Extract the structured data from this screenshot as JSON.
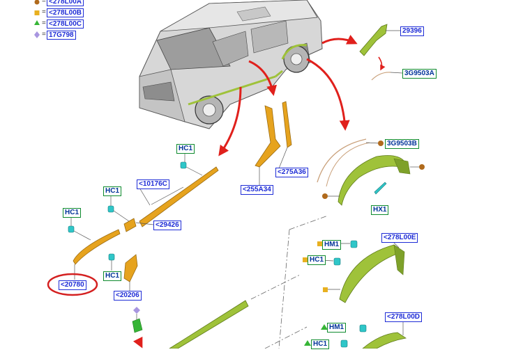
{
  "legend": [
    {
      "symbol": "circle",
      "color": "#b06a1c",
      "code": "<278L00A"
    },
    {
      "symbol": "square",
      "color": "#e8b020",
      "code": "<278L00B"
    },
    {
      "symbol": "triangle",
      "color": "#36b536",
      "code": "<278L00C"
    },
    {
      "symbol": "diamond",
      "color": "#a896e0",
      "code": "17G798"
    }
  ],
  "labels": {
    "l29396": "29396",
    "l3g9503a": "3G9503A",
    "lhc1a": "HC1",
    "lhc1b": "HC1",
    "lhc1c": "HC1",
    "lhc1d": "HC1",
    "l10176c": "<10176C",
    "l29426": "<29426",
    "l20780": "<20780",
    "l20206": "<20206",
    "l255a34": "<255A34",
    "l275a36": "<275A36",
    "l3g9503b": "3G9503B",
    "lhx1": "HX1",
    "l278l00e": "<278L00E",
    "lhm1a": "HM1",
    "lhc1e": "HC1",
    "l278l00d": "<278L00D",
    "lhm1b": "HM1",
    "lhc1f": "HC1"
  },
  "colors": {
    "trim_orange": "#e6a31e",
    "arch_green": "#9fc23a",
    "clip_cyan": "#2fc6c8",
    "arrow_red": "#e0201c",
    "callout_circle": "#d42020",
    "fastener_brown": "#b06a1c"
  }
}
